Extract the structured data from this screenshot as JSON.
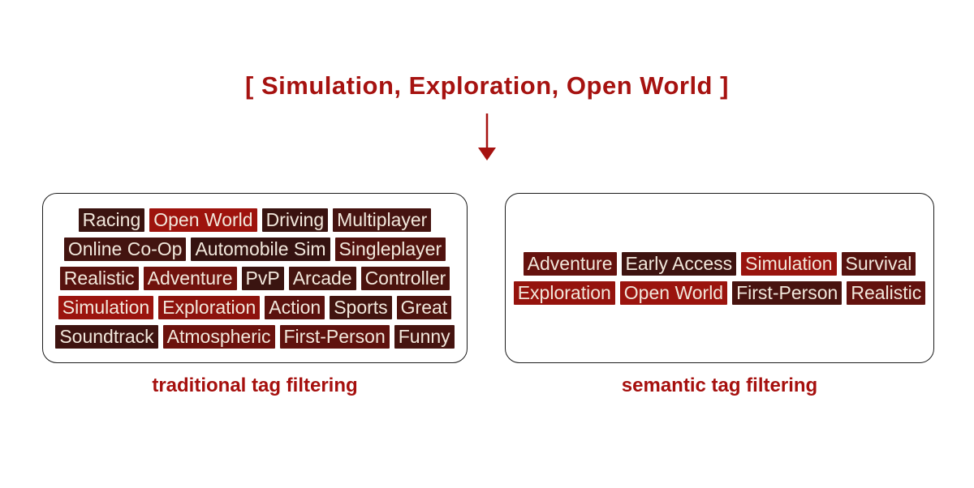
{
  "title": {
    "text": "[ Simulation, Exploration, Open World ]",
    "color": "#A61210"
  },
  "arrow": {
    "name": "down-arrow",
    "color": "#A61210"
  },
  "tag_text_color": "#F2E8DC",
  "highlight_color": "#9B140E",
  "base_tag_color": "#3A1410",
  "panels": [
    {
      "caption": "traditional tag filtering",
      "rows": [
        [
          {
            "label": "Racing",
            "bg": "#3A1410"
          },
          {
            "label": "Open World",
            "bg": "#9E130D"
          },
          {
            "label": "Driving",
            "bg": "#391310"
          },
          {
            "label": "Multiplayer",
            "bg": "#451310"
          }
        ],
        [
          {
            "label": "Online Co-Op",
            "bg": "#431410"
          },
          {
            "label": "Automobile Sim",
            "bg": "#341210"
          },
          {
            "label": "Singleplayer",
            "bg": "#50120E"
          }
        ],
        [
          {
            "label": "Realistic",
            "bg": "#57120E"
          },
          {
            "label": "Adventure",
            "bg": "#70120D"
          },
          {
            "label": "PvP",
            "bg": "#3A1410"
          },
          {
            "label": "Arcade",
            "bg": "#45140F"
          },
          {
            "label": "Controller",
            "bg": "#4B130E"
          }
        ],
        [
          {
            "label": "Simulation",
            "bg": "#9B140E"
          },
          {
            "label": "Exploration",
            "bg": "#8D130D"
          },
          {
            "label": "Action",
            "bg": "#5B120E"
          },
          {
            "label": "Sports",
            "bg": "#41140F"
          },
          {
            "label": "Great",
            "bg": "#4D130E"
          }
        ],
        [
          {
            "label": "Soundtrack",
            "bg": "#3E1310"
          },
          {
            "label": "Atmospheric",
            "bg": "#6C120D"
          },
          {
            "label": "First-Person",
            "bg": "#5F120E"
          },
          {
            "label": "Funny",
            "bg": "#461410"
          }
        ]
      ]
    },
    {
      "caption": "semantic tag filtering",
      "rows": [
        [
          {
            "label": "Adventure",
            "bg": "#65120E"
          },
          {
            "label": "Early Access",
            "bg": "#3E1310"
          },
          {
            "label": "Simulation",
            "bg": "#99140E"
          },
          {
            "label": "Survival",
            "bg": "#56120E"
          }
        ],
        [
          {
            "label": "Exploration",
            "bg": "#95130D"
          },
          {
            "label": "Open World",
            "bg": "#9B140E"
          },
          {
            "label": "First-Person",
            "bg": "#48130F"
          },
          {
            "label": "Realistic",
            "bg": "#63120E"
          }
        ]
      ]
    }
  ]
}
